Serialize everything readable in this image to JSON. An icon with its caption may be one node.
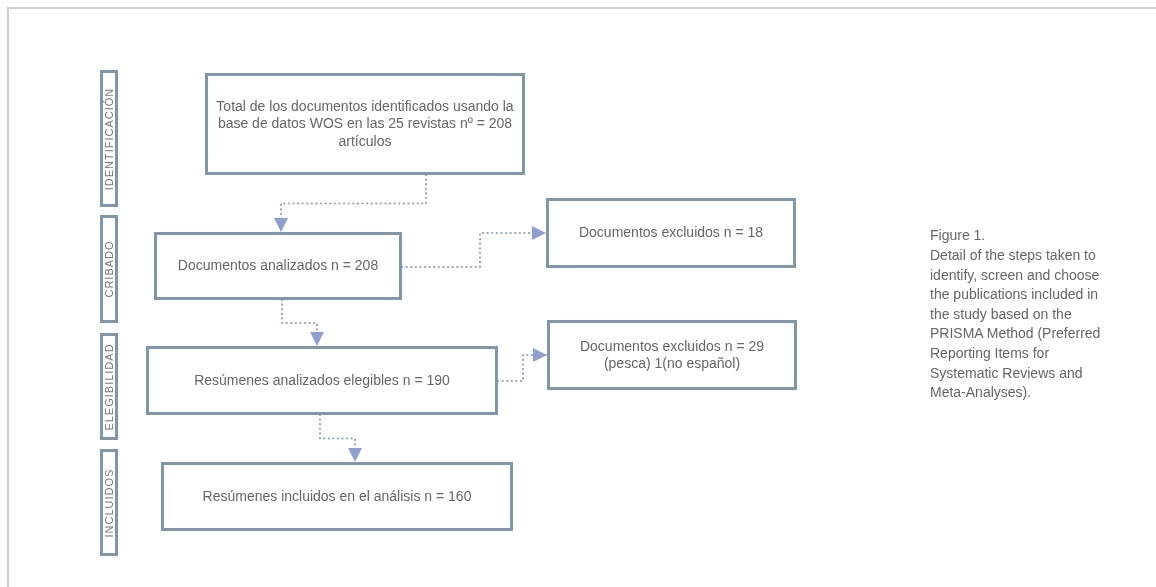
{
  "diagram": {
    "title": "Figure 1.",
    "caption": "Detail of the steps taken to identify, screen and choose the publications included in the study based on the PRISMA Method (Preferred Reporting Items for Systematic Reviews and Meta-Analyses).",
    "nodes": [
      {
        "text": [
          "IDENTIFICACIÓN"
        ]
      },
      {
        "text": [
          "Total de los documentos identificados usando la base de datos WOS en las 25 revistas nº = 208 artículos"
        ]
      },
      {
        "text": [
          "CRIBADO"
        ]
      },
      {
        "text": [
          "Documentos analizados n = 208"
        ]
      },
      {
        "text": [
          "Documentos excluidos n = 18"
        ]
      },
      {
        "text": [
          "ELEGIBILIDAD"
        ]
      },
      {
        "text": [
          "Resúmenes analizados elegibles n = 190"
        ]
      },
      {
        "text": [
          "Documentos excluidos n = 29 (pesca)  1(no español)"
        ]
      },
      {
        "text": [
          "INCLUIDOS"
        ]
      },
      {
        "text": [
          "Resúmenes incluidos en el análisis n = 160"
        ]
      }
    ],
    "edges": [
      {
        "from": 1,
        "to": 3,
        "arrow": "to"
      },
      {
        "from": 3,
        "to": 4,
        "arrow": "to"
      },
      {
        "from": 3,
        "to": 6,
        "arrow": "to"
      },
      {
        "from": 6,
        "to": 7,
        "arrow": "to"
      },
      {
        "from": 6,
        "to": 9,
        "arrow": "to"
      }
    ]
  }
}
